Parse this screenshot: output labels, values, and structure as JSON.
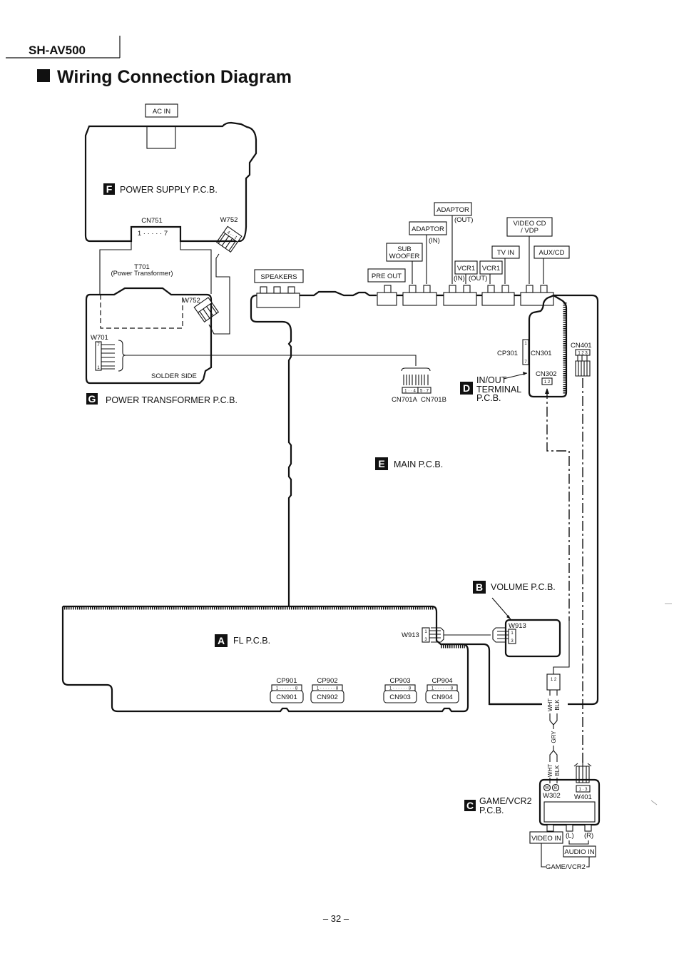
{
  "header": {
    "model": "SH-AV500",
    "title": "Wiring Connection Diagram"
  },
  "boards": {
    "F": {
      "letter": "F",
      "name": "POWER SUPPLY P.C.B."
    },
    "G": {
      "letter": "G",
      "name": "POWER TRANSFORMER P.C.B."
    },
    "E": {
      "letter": "E",
      "name": "MAIN P.C.B."
    },
    "D": {
      "letter": "D",
      "name_line1": "IN/OUT",
      "name_line2": "TERMINAL",
      "name_line3": "P.C.B."
    },
    "B": {
      "letter": "B",
      "name": "VOLUME P.C.B."
    },
    "A": {
      "letter": "A",
      "name": "FL P.C.B."
    },
    "C": {
      "letter": "C",
      "name_line1": "GAME/VCR2",
      "name_line2": "P.C.B."
    }
  },
  "power": {
    "ac_in": "AC IN",
    "cn751": "CN751",
    "cn751_pins": "1 · · · · · 7",
    "w752": "W752",
    "w752_pins": "4 · · 1",
    "t701": "T701",
    "t701_sub": "(Power Transformer)",
    "w701": "W701",
    "w701_pin_top": "7",
    "w701_pin_bottom": "1",
    "solder_side": "SOLDER SIDE"
  },
  "terminals": {
    "speakers": "SPEAKERS",
    "pre_out": "PRE OUT",
    "sub_woofer_1": "SUB",
    "sub_woofer_2": "WOOFER",
    "adaptor_in": "ADAPTOR",
    "adaptor_in_note": "(IN)",
    "adaptor_out": "ADAPTOR",
    "adaptor_out_note": "(OUT)",
    "vcr1_in": "VCR1",
    "vcr1_in_note": "(IN)",
    "vcr1_out": "VCR1",
    "vcr1_out_note": "(OUT)",
    "tv_in": "TV IN",
    "video_cd_1": "VIDEO CD",
    "video_cd_2": "/ VDP",
    "aux_cd": "AUX/CD"
  },
  "main": {
    "cn701a": "CN701A",
    "cn701b": "CN701B",
    "cn701a_pins": "1 · · 4",
    "cn701b_pins": "5 · 7",
    "cp301": "CP301",
    "cn301": "CN301",
    "cn301_pin_top": "1",
    "cn301_pin_bottom": "7",
    "cn302": "CN302",
    "cn302_pins": "1 2",
    "cn401": "CN401",
    "cn401_pins": "1 2 3"
  },
  "volume": {
    "w913_fl": "W913",
    "w913_vol": "W913",
    "pin_top": "1",
    "pin_bottom": "3"
  },
  "fl": {
    "connectors": [
      {
        "cp": "CP901",
        "cn": "CN901",
        "pins": "1 · · · · · · 8"
      },
      {
        "cp": "CP902",
        "cn": "CN902",
        "pins": "1 · · · · · · 8"
      },
      {
        "cp": "CP903",
        "cn": "CN903",
        "pins": "1 · · · · · · 8"
      },
      {
        "cp": "CP904",
        "cn": "CN904",
        "pins": "1 · · · · · · 8"
      }
    ]
  },
  "wires": {
    "conn_pins": "1 2",
    "wht": "WHT",
    "blk": "BLK",
    "gry": "GRY",
    "wht2": "WHT",
    "blk2": "BLK"
  },
  "game": {
    "w302": "W302",
    "w302_w": "W",
    "w302_b": "B",
    "w401": "W401",
    "w401_pins": "1 · 3",
    "video_in": "VIDEO IN",
    "audio_l": "(L)",
    "audio_r": "(R)",
    "audio_in": "AUDIO IN",
    "game_vcr2": "GAME/VCR2"
  },
  "footer": {
    "page_number": "– 32 –"
  }
}
